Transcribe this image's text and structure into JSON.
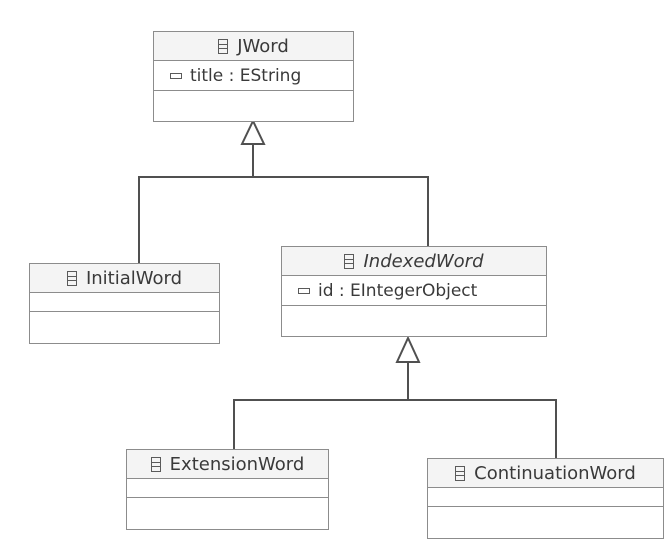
{
  "diagram": {
    "classes": {
      "jword": {
        "name": "JWord",
        "abstract": false,
        "attributes": [
          {
            "text": "title : EString"
          }
        ]
      },
      "initial_word": {
        "name": "InitialWord",
        "abstract": false,
        "attributes": []
      },
      "indexed_word": {
        "name": "IndexedWord",
        "abstract": true,
        "attributes": [
          {
            "text": "id : EIntegerObject"
          }
        ]
      },
      "extension_word": {
        "name": "ExtensionWord",
        "abstract": false,
        "attributes": []
      },
      "continuation_word": {
        "name": "ContinuationWord",
        "abstract": false,
        "attributes": []
      }
    },
    "generalizations": [
      {
        "child": "InitialWord",
        "parent": "JWord"
      },
      {
        "child": "IndexedWord",
        "parent": "JWord"
      },
      {
        "child": "ExtensionWord",
        "parent": "IndexedWord"
      },
      {
        "child": "ContinuationWord",
        "parent": "IndexedWord"
      }
    ]
  }
}
